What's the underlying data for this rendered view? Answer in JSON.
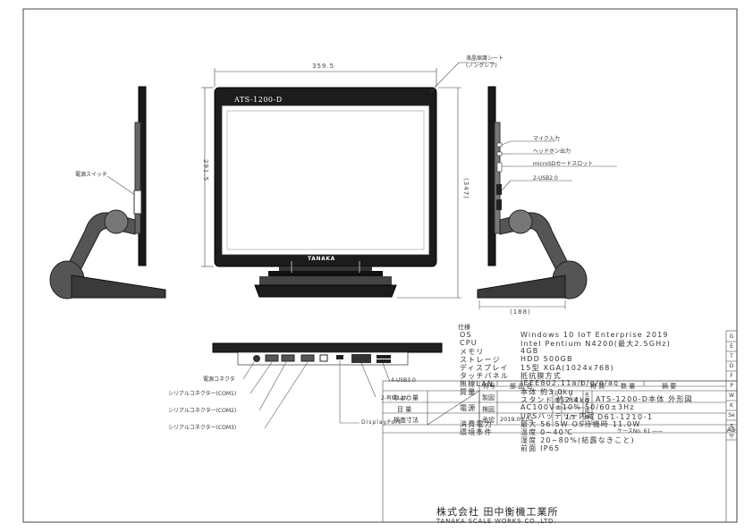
{
  "model_label": "ATS-1200-D",
  "brand": "TANAKA",
  "dimensions": {
    "width": "359.5",
    "height": "291.5",
    "depth": "(347)",
    "base": "(188)"
  },
  "callouts": {
    "lcd_sheet": "液晶保護シート",
    "lcd_sheet_sub": "(ノングレア)",
    "power_switch": "電源スイッチ",
    "mic": "マイク入力",
    "headphone": "ヘッドホン出力",
    "microsd": "microSDカードスロット",
    "usb20": "2-USB2.0",
    "power_connector": "電源コネクタ",
    "serial1": "シリアルコネクター(COM1)",
    "serial2": "シリアルコネクター(COM2)",
    "serial3": "シリアルコネクター(COM3)",
    "usb30": "4-USB3.0",
    "lan": "2-有線LAN",
    "displayport": "DisplayPort"
  },
  "specs": {
    "heading": "仕様",
    "rows": [
      {
        "k": "OS",
        "v": "Windows 10 IoT Enterprise 2019"
      },
      {
        "k": "CPU",
        "v": "Intel Pentium N4200(最大2.5GHz)"
      },
      {
        "k": "メモリ",
        "v": "4GB"
      },
      {
        "k": "ストレージ",
        "v": "HDD 500GB"
      },
      {
        "k": "ディスプレイ",
        "v": "15型 XGA(1024x768)"
      },
      {
        "k": "タッチパネル",
        "v": "抵抗膜方式"
      },
      {
        "k": "無線LAN",
        "v": "IEEE802.11a/b/g/n/ac"
      },
      {
        "k": "質量",
        "v": "本体   約3.0kg"
      },
      {
        "k": "",
        "v": "スタンド 約2.4kg"
      },
      {
        "k": "電源",
        "v": "AC100V±10% 50/60±3Hz"
      },
      {
        "k": "",
        "v": "UPSバッテリー内蔵"
      },
      {
        "k": "消費電力",
        "v": "最大 56.5W OS待機時 11.0W"
      },
      {
        "k": "環境条件",
        "v": "温度 0~40℃"
      },
      {
        "k": "",
        "v": "湿度 20~80%(結露なきこと)"
      },
      {
        "k": "",
        "v": "前面 IP65"
      }
    ]
  },
  "title_block": {
    "h_no": "符号",
    "h_part": "部    品    名",
    "h_mat": "材  質",
    "h_qty": "数 量",
    "h_note": "摘    要",
    "left_labels": [
      "ひょう量",
      "目 量",
      "検査寸法"
    ],
    "roles": [
      "製図",
      "検図",
      "承認"
    ],
    "date": "2019.09.02",
    "scale_label": "尺度",
    "projection": "三角法",
    "name_label": "名称",
    "title": "ATS-1200-D本体 外形図",
    "scale": "1/3",
    "drawing_label": "図番",
    "drawing_no": "D61-1210-1",
    "case_no": "ケースNo.  61 ——",
    "company_jp": "株式会社 田中衡機工業所",
    "company_en": "TANAKA SCALE WORKS CO.,LTD.",
    "sheet_size": "A3"
  },
  "revision_letters": [
    "G",
    "E",
    "T",
    "D",
    "F",
    "P",
    "W",
    "K",
    "Se",
    "る",
    "サ"
  ]
}
